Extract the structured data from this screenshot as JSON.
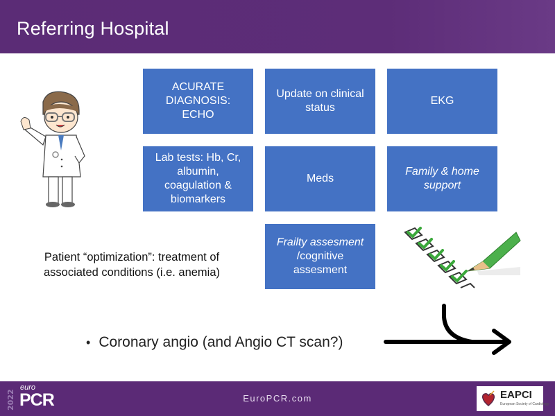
{
  "header": {
    "title": "Referring Hospital"
  },
  "boxes": [
    {
      "label": "ACURATE DIAGNOSIS: ECHO"
    },
    {
      "label": "Update on clinical status"
    },
    {
      "label": "EKG"
    },
    {
      "label": "Lab tests: Hb, Cr, albumin, coagulation & biomarkers"
    },
    {
      "label": "Meds"
    },
    {
      "label": "Family & home support"
    },
    {
      "label_italic": "Frailty assesment",
      "label_rest": "/cognitive assesment"
    }
  ],
  "note": "Patient “optimization”: treatment of associated conditions (i.e. anemia)",
  "bullet": {
    "marker": "•",
    "text": "Coronary angio (and Angio CT scan?)"
  },
  "footer": {
    "url": "EuroPCR.com",
    "logo": {
      "year": "2022",
      "prefix": "euro",
      "name": "PCR"
    },
    "partner": {
      "name": "EAPCI",
      "subtitle": "European Society of Cardiology"
    }
  },
  "colors": {
    "header": "#5b2c76",
    "box": "#4472c4",
    "footer": "#5b2a76",
    "check": "#3aa83a"
  },
  "icons": {
    "doctor": "doctor-illustration",
    "checklist": "checklist-pencil",
    "arrow": "curved-arrow-right"
  }
}
